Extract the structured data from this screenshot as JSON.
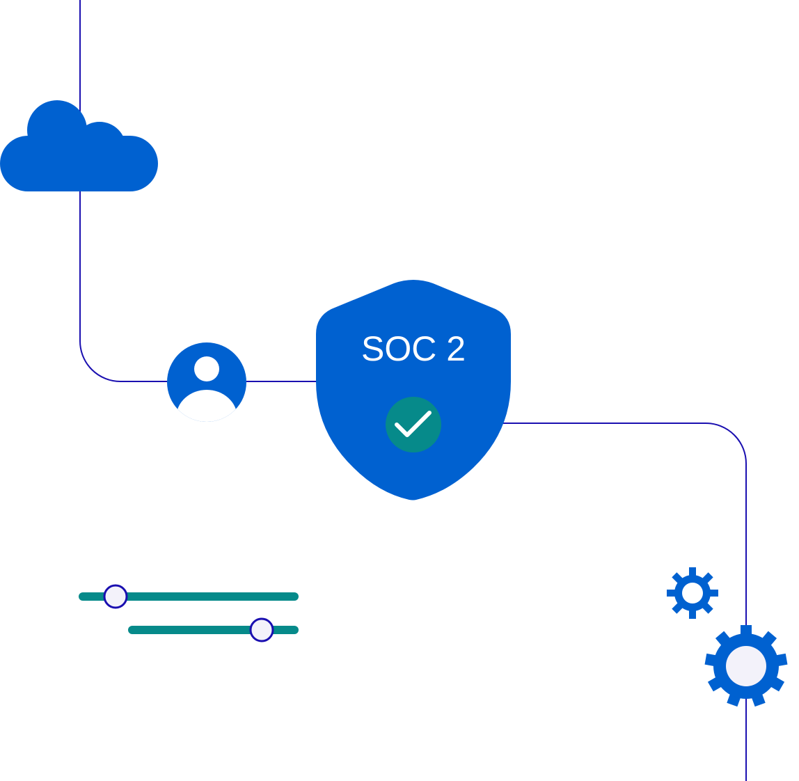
{
  "shield": {
    "label": "SOC 2",
    "status": "verified"
  },
  "icons": {
    "cloud": "cloud-icon",
    "user": "user-icon",
    "shield": "shield-icon",
    "check": "check-icon",
    "gear_small": "gear-icon",
    "gear_large": "gear-icon"
  },
  "sliders": [
    {
      "name": "slider-1",
      "value_fraction": 0.16
    },
    {
      "name": "slider-2",
      "value_fraction": 0.78
    }
  ],
  "colors": {
    "primary_blue": "#0061d0",
    "connector_line": "#1a0fb0",
    "teal": "#068a8a",
    "white": "#ffffff",
    "knob_fill": "#f3f2fa"
  }
}
